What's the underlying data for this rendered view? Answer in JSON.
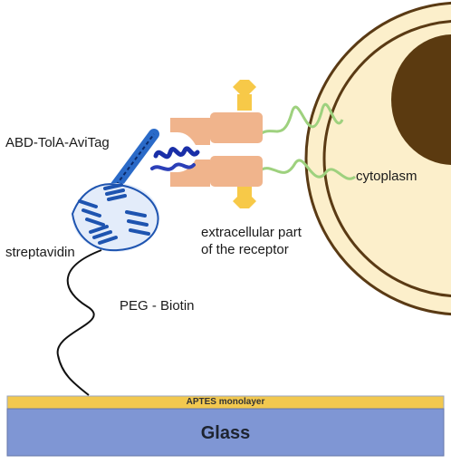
{
  "labels": {
    "abd_tola_avitag": "ABD-TolA-AviTag",
    "streptavidin": "streptavidin",
    "peg_biotin": "PEG - Biotin",
    "extracellular_line1": "extracellular part",
    "extracellular_line2": "of the receptor",
    "cytoplasm": "cytoplasm",
    "aptes_monolayer": "APTES monolayer",
    "glass": "Glass"
  },
  "colors": {
    "cell_fill": "#fcefcb",
    "cell_outline": "#5a3a14",
    "nucleus": "#5b3a10",
    "receptor": "#f0b48c",
    "receptor_accent": "#f7c948",
    "transmembrane": "#9ed17e",
    "protein_blue": "#1e54b0",
    "aptes": "#f2c84f",
    "glass": "#7f96d4",
    "peg_line": "#111111"
  }
}
